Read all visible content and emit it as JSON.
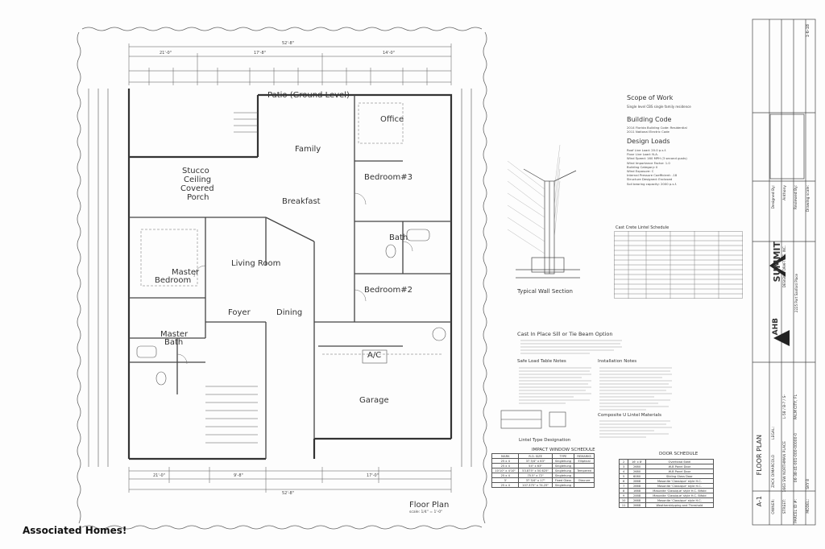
{
  "plan": {
    "rooms": {
      "patio": "Patio (Ground Level)",
      "office": "Office",
      "family": "Family",
      "stucco": "Stucco",
      "ceiling": "Ceiling",
      "covered": "Covered",
      "porch": "Porch",
      "breakfast": "Breakfast",
      "bedroom3": "Bedroom#3",
      "living": "Living Room",
      "master": "Master",
      "master_bedroom": "Bedroom",
      "bath": "Bath",
      "foyer": "Foyer",
      "dining": "Dining",
      "bedroom2": "Bedroom#2",
      "master_bath1": "Master",
      "master_bath2": "Bath",
      "garage": "Garage",
      "ac": "A/C"
    },
    "dims": {
      "overall": "52'-8\"",
      "d21": "21'-0\"",
      "d17": "17'-8\"",
      "d14": "14'-0\"",
      "b21": "21'-0\"",
      "b9": "9'-8\"",
      "b17": "17'-0\""
    },
    "floorplan_title": "Floor Plan",
    "floorplan_scale": "scale: 1/4\" = 1'-0\"",
    "watermark": "Associated Homes!"
  },
  "notes": {
    "scope_title": "Scope of Work",
    "scope_line": "Single level CBS single family residence",
    "code_title": "Building Code",
    "code_lines": [
      "2014 Florida Building Code: Residential",
      "2011 National Electric Code"
    ],
    "loads_title": "Design Loads",
    "loads_lines": [
      "Roof Live Load:   20.0 p.s.f.",
      "Floor Live Load:   N.A.",
      "Wind Speed: 160 MPH (3 second gusts)",
      "Wind Importance Factor:  1.0",
      "Building Category:  II",
      "Wind Exposure:  C",
      "Internal Pressure Coefficient:  .18",
      "Structure Designed:  Enclosed",
      "Soil bearing capacity:  2000 p.s.f."
    ],
    "lintel_title": "Cast Crete Lintel Schedule",
    "wall_section_title": "Typical Wall Section",
    "beam_title": "Cast In Place Sill or Tie Beam Option",
    "safe_load_title": "Safe Load Table Notes",
    "install_title": "Installation Notes",
    "composite_title": "Composite U Lintel Materials",
    "lintel_type_title": "Lintel Type Designation",
    "window_title": "IMPACT WINDOW SCHEDULE",
    "door_title": "DOOR SCHEDULE",
    "window_headers": [
      "MARK",
      "R.O. SIZE",
      "TYPE",
      "REMARKS"
    ],
    "window_rows": [
      [
        "25 x 4",
        "37 3/4\" x 63\"",
        "Singlehung",
        "Elliptical"
      ],
      [
        "25 x 4",
        "54\" x 63\"",
        "Singlehung",
        ""
      ],
      [
        "10'10\" x 4'10\"",
        "53.875\" x 50.625\"",
        "Singlehung",
        "Tempered"
      ],
      [
        "25 x 4",
        "75.5\" x 72\"",
        "Singlehung",
        ""
      ],
      [
        "3'",
        "37 3/4\" x 17\"",
        "Fixed Glass",
        "Obscure"
      ],
      [
        "25 x 4",
        "107.375\" x 74.25\"",
        "Singlehung",
        ""
      ]
    ],
    "door_rows": [
      [
        "2",
        "16' x 8'",
        "Overhead Steel"
      ],
      [
        "3",
        "2680",
        "W-B Panel Door"
      ],
      [
        "4",
        "2680",
        "W-B Panel Door"
      ],
      [
        "5",
        "6080",
        "Sliding Glass Door"
      ],
      [
        "6",
        "2868",
        "Masonite 'Classique' style H.C."
      ],
      [
        "7",
        "2668",
        "Masonite 'Classique' style H.C."
      ],
      [
        "8",
        "1668",
        "Masonite 'Classique' style H.C. Bifold"
      ],
      [
        "9",
        "2468",
        "Masonite 'Classique' style H.C. Bifold"
      ],
      [
        "10",
        "2668",
        "Masonite 'Classique' style H.C."
      ],
      [
        "11",
        "2668",
        "Weatherstripping and Threshold"
      ]
    ]
  },
  "titleblock": {
    "company": "SUMMIT",
    "company_sub": "DESIGN & DRAFTING, INC.",
    "sheet_id": "A-1",
    "sheet_title": "FLOOR PLAN",
    "owner_label": "OWNER:",
    "owner": "ZACK DIMARCOLO",
    "street_label": "STREET:",
    "street": "1663 SW NORTHMAN PLACE",
    "parcel_label": "PARCEL ID #:",
    "parcel": "06-38-41-001-000-00000-0",
    "model_label": "MODEL:",
    "model": "SKY 8",
    "legal_label": "LEGAL:",
    "legal": "L-58 / B-? / S-",
    "city": "PALM CITY, FL",
    "date": "1-6-18",
    "address": "2225 Port Sanford Place",
    "drawn_by": "Designed By:",
    "drawn_name": "Anthony",
    "reviewed_by": "Reviewed By:",
    "drawing_scale": "Drawing scale:",
    "ahb": "AHB"
  }
}
